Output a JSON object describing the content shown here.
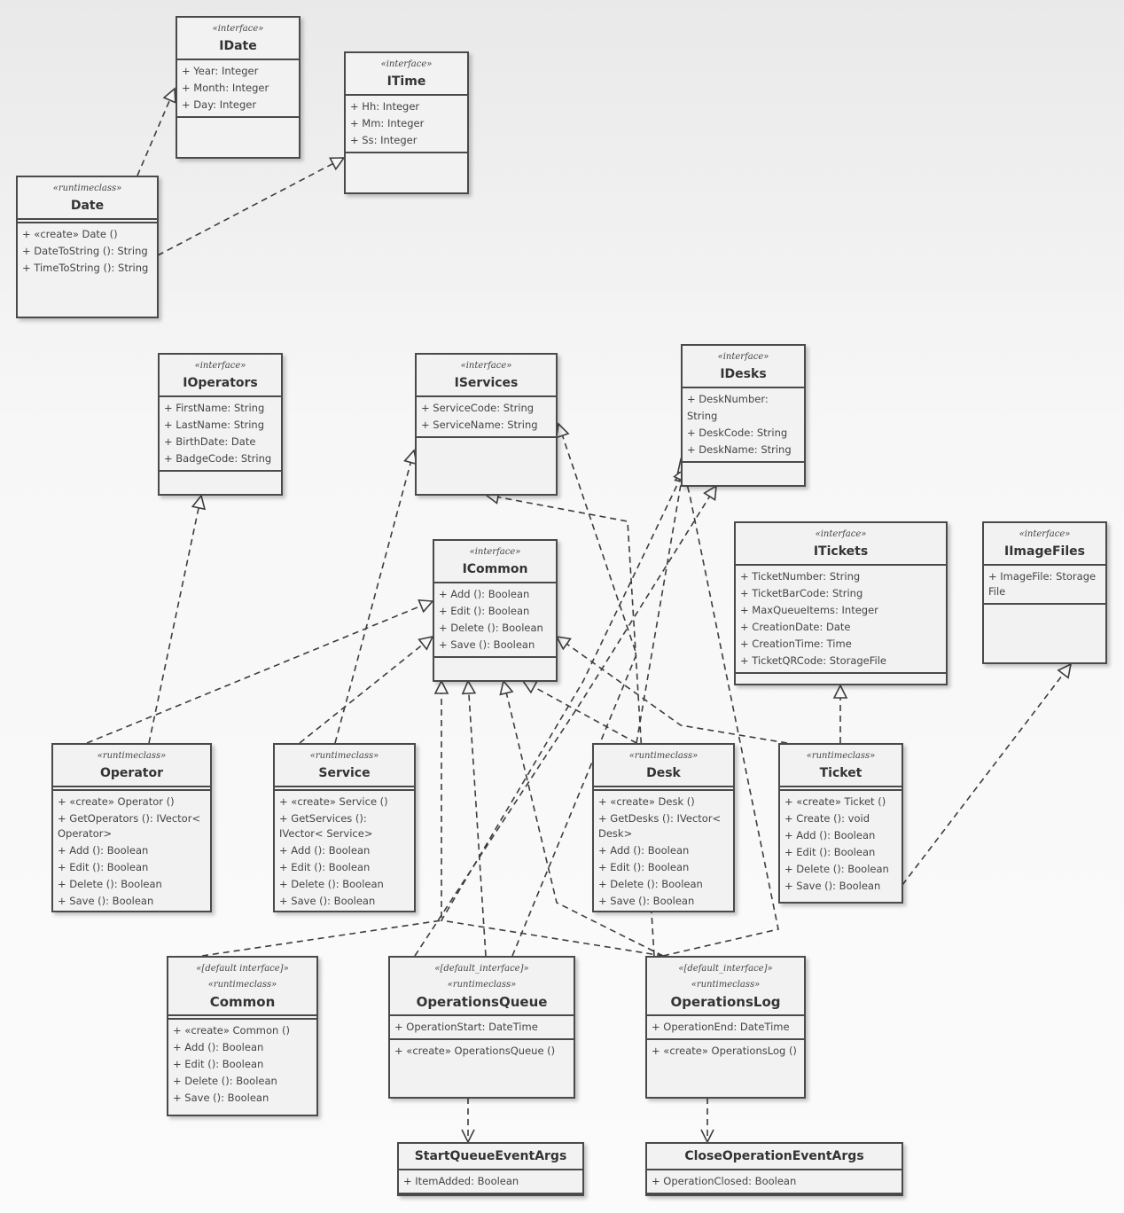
{
  "classes": {
    "idate": {
      "stereotypes": [
        "«interface»"
      ],
      "name": "IDate",
      "attributes": [
        "+ Year: Integer",
        "+ Month: Integer",
        "+ Day: Integer"
      ],
      "operations": []
    },
    "itime": {
      "stereotypes": [
        "«interface»"
      ],
      "name": "ITime",
      "attributes": [
        "+ Hh: Integer",
        "+ Mm: Integer",
        "+ Ss: Integer"
      ],
      "operations": []
    },
    "date": {
      "stereotypes": [
        "«runtimeclass»"
      ],
      "name": "Date",
      "attributes": [],
      "operations": [
        "+ «create» Date ()",
        "+ DateToString (): String",
        "+ TimeToString (): String"
      ]
    },
    "ioperators": {
      "stereotypes": [
        "«interface»"
      ],
      "name": "IOperators",
      "attributes": [
        "+ FirstName: String",
        "+ LastName: String",
        "+ BirthDate: Date",
        "+ BadgeCode: String"
      ],
      "operations": []
    },
    "iservices": {
      "stereotypes": [
        "«interface»"
      ],
      "name": "IServices",
      "attributes": [
        "+ ServiceCode: String",
        "+ ServiceName: String"
      ],
      "operations": []
    },
    "idesks": {
      "stereotypes": [
        "«interface»"
      ],
      "name": "IDesks",
      "attributes": [
        "+ DeskNumber: String",
        "+ DeskCode: String",
        "+ DeskName: String"
      ],
      "operations": []
    },
    "icommon": {
      "stereotypes": [
        "«interface»"
      ],
      "name": "ICommon",
      "attributes": [
        "+ Add (): Boolean",
        "+ Edit (): Boolean",
        "+ Delete (): Boolean",
        "+ Save (): Boolean"
      ],
      "operations": []
    },
    "itickets": {
      "stereotypes": [
        "«interface»"
      ],
      "name": "ITickets",
      "attributes": [
        "+ TicketNumber: String",
        "+ TicketBarCode: String",
        "+ MaxQueueItems: Integer",
        "+ CreationDate: Date",
        "+ CreationTime: Time",
        "+ TicketQRCode: StorageFile"
      ],
      "operations": []
    },
    "iimagefiles": {
      "stereotypes": [
        "«interface»"
      ],
      "name": "IImageFiles",
      "attributes": [
        "+ ImageFile: Storage File"
      ],
      "operations": []
    },
    "operator": {
      "stereotypes": [
        "«runtimeclass»"
      ],
      "name": "Operator",
      "attributes": [],
      "operations": [
        "+ «create» Operator ()",
        "+ GetOperators (): IVector< Operator>",
        "+ Add (): Boolean",
        "+ Edit (): Boolean",
        "+ Delete (): Boolean",
        "+ Save (): Boolean"
      ]
    },
    "service": {
      "stereotypes": [
        "«runtimeclass»"
      ],
      "name": "Service",
      "attributes": [],
      "operations": [
        "+ «create» Service ()",
        "+ GetServices (): IVector< Service>",
        "+ Add (): Boolean",
        "+ Edit (): Boolean",
        "+ Delete (): Boolean",
        "+ Save (): Boolean"
      ]
    },
    "desk": {
      "stereotypes": [
        "«runtimeclass»"
      ],
      "name": "Desk",
      "attributes": [],
      "operations": [
        "+ «create» Desk ()",
        "+ GetDesks (): IVector< Desk>",
        "+ Add (): Boolean",
        "+ Edit (): Boolean",
        "+ Delete (): Boolean",
        "+ Save (): Boolean"
      ]
    },
    "ticket": {
      "stereotypes": [
        "«runtimeclass»"
      ],
      "name": "Ticket",
      "attributes": [],
      "operations": [
        "+ «create» Ticket ()",
        "+ Create (): void",
        "+ Add (): Boolean",
        "+ Edit (): Boolean",
        "+ Delete (): Boolean",
        "+ Save (): Boolean"
      ]
    },
    "common": {
      "stereotypes": [
        "«[default interface]»",
        "«runtimeclass»"
      ],
      "name": "Common",
      "attributes": [],
      "operations": [
        "+ «create» Common ()",
        "+ Add (): Boolean",
        "+ Edit (): Boolean",
        "+ Delete (): Boolean",
        "+ Save (): Boolean"
      ]
    },
    "opqueue": {
      "stereotypes": [
        "«[default_interface]»",
        "«runtimeclass»"
      ],
      "name": "OperationsQueue",
      "attributes": [
        "+ OperationStart: DateTime"
      ],
      "operations": [
        "+ «create» OperationsQueue ()"
      ]
    },
    "oplog": {
      "stereotypes": [
        "«[default_interface]»",
        "«runtimeclass»"
      ],
      "name": "OperationsLog",
      "attributes": [
        "+ OperationEnd: DateTime"
      ],
      "operations": [
        "+ «create» OperationsLog ()"
      ]
    },
    "startargs": {
      "stereotypes": [],
      "name": "StartQueueEventArgs",
      "attributes": [
        "+ ItemAdded: Boolean"
      ],
      "operations": []
    },
    "closeargs": {
      "stereotypes": [],
      "name": "CloseOperationEventArgs",
      "attributes": [
        "+ OperationClosed: Boolean"
      ],
      "operations": []
    }
  },
  "relations": [
    {
      "from": "date",
      "to": "idate",
      "kind": "realization"
    },
    {
      "from": "date",
      "to": "itime",
      "kind": "realization"
    },
    {
      "from": "operator",
      "to": "ioperators",
      "kind": "realization"
    },
    {
      "from": "operator",
      "to": "icommon",
      "kind": "realization"
    },
    {
      "from": "service",
      "to": "iservices",
      "kind": "realization"
    },
    {
      "from": "service",
      "to": "icommon",
      "kind": "realization"
    },
    {
      "from": "desk",
      "to": "idesks",
      "kind": "realization"
    },
    {
      "from": "desk",
      "to": "icommon",
      "kind": "realization"
    },
    {
      "from": "ticket",
      "to": "itickets",
      "kind": "realization"
    },
    {
      "from": "ticket",
      "to": "icommon",
      "kind": "realization"
    },
    {
      "from": "ticket",
      "to": "iimagefiles",
      "kind": "realization"
    },
    {
      "from": "common",
      "to": "icommon",
      "kind": "realization"
    },
    {
      "from": "opqueue",
      "to": "iservices",
      "kind": "realization"
    },
    {
      "from": "opqueue",
      "to": "idesks",
      "kind": "realization"
    },
    {
      "from": "opqueue",
      "to": "icommon",
      "kind": "realization"
    },
    {
      "from": "oplog",
      "to": "iservices",
      "kind": "realization"
    },
    {
      "from": "oplog",
      "to": "idesks",
      "kind": "realization"
    },
    {
      "from": "oplog",
      "to": "icommon",
      "kind": "realization"
    },
    {
      "from": "opqueue",
      "to": "startargs",
      "kind": "dependency"
    },
    {
      "from": "oplog",
      "to": "closeargs",
      "kind": "dependency"
    }
  ]
}
